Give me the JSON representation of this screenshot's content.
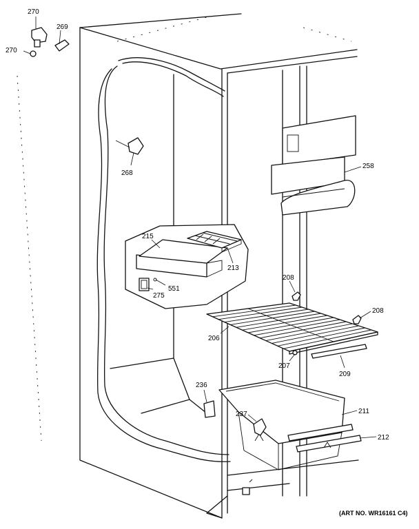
{
  "callouts": {
    "c270a": "270",
    "c270b": "270",
    "c269": "269",
    "c268": "268",
    "c258": "258",
    "c215": "215",
    "c213": "213",
    "c551": "551",
    "c275": "275",
    "c208a": "208",
    "c208b": "208",
    "c206": "206",
    "c207": "207",
    "c209": "209",
    "c236": "236",
    "c237": "237",
    "c211": "211",
    "c212": "212"
  },
  "art_number": "(ART NO. WR16161 C4)"
}
